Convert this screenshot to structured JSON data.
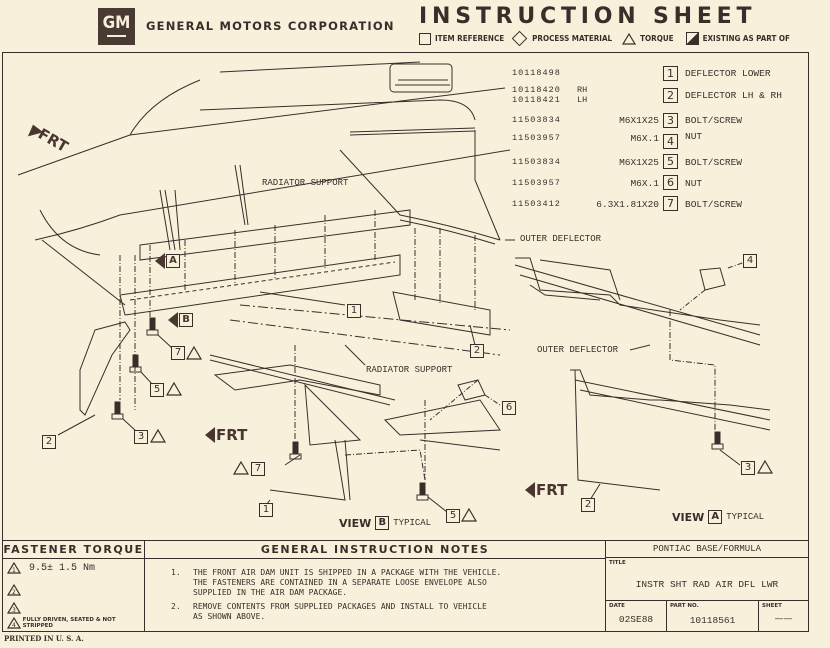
{
  "header": {
    "logo_text": "GM",
    "company": "GENERAL MOTORS CORPORATION",
    "title": "INSTRUCTION SHEET",
    "legend": [
      {
        "icon": "square-icon",
        "label": "ITEM REFERENCE"
      },
      {
        "icon": "diamond-icon",
        "label": "PROCESS MATERIAL"
      },
      {
        "icon": "triangle-icon",
        "label": "TORQUE"
      },
      {
        "icon": "half-filled-square-icon",
        "label": "EXISTING AS PART OF"
      }
    ]
  },
  "parts_list": [
    {
      "part_numbers": [
        "10118498"
      ],
      "sides": [],
      "size": "",
      "item": "1",
      "description": "DEFLECTOR LOWER"
    },
    {
      "part_numbers": [
        "10118420",
        "10118421"
      ],
      "sides": [
        "RH",
        "LH"
      ],
      "size": "",
      "item": "2",
      "description": "DEFLECTOR LH & RH"
    },
    {
      "part_numbers": [
        "11503834"
      ],
      "sides": [],
      "size": "M6X1X25",
      "item": "3",
      "description": "BOLT/SCREW"
    },
    {
      "part_numbers": [
        "11503957"
      ],
      "sides": [],
      "size": "M6X.1",
      "item": "4",
      "description": "NUT"
    },
    {
      "part_numbers": [
        "11503834"
      ],
      "sides": [],
      "size": "M6X1X25",
      "item": "5",
      "description": "BOLT/SCREW"
    },
    {
      "part_numbers": [
        "11503957"
      ],
      "sides": [],
      "size": "M6X.1",
      "item": "6",
      "description": "NUT"
    },
    {
      "part_numbers": [
        "11503412"
      ],
      "sides": [],
      "size": "6.3X1.81X20",
      "item": "7",
      "description": "BOLT/SCREW"
    }
  ],
  "diagram": {
    "labels": {
      "radiator_support_top": "RADIATOR SUPPORT",
      "radiator_support_mid": "RADIATOR SUPPORT",
      "outer_deflector_top": "OUTER DEFLECTOR",
      "outer_deflector_view_a": "OUTER DEFLECTOR",
      "frt": "FRT"
    },
    "view_markers": {
      "a": "A",
      "b": "B"
    },
    "callouts": {
      "main_1": "1",
      "main_2_left": "2",
      "main_2_center": "2",
      "main_3": "3",
      "main_5": "5",
      "main_7": "7",
      "view_b_6": "6",
      "view_b_7": "7",
      "view_b_1": "1",
      "view_b_5": "5",
      "view_a_4": "4",
      "view_a_3": "3",
      "view_a_2": "2",
      "torque_ref": "1"
    },
    "view_b_caption": {
      "prefix": "VIEW",
      "letter": "B",
      "suffix": "TYPICAL"
    },
    "view_a_caption": {
      "prefix": "VIEW",
      "letter": "A",
      "suffix": "TYPICAL"
    }
  },
  "fastener_torque": {
    "heading": "FASTENER TORQUE",
    "rows": [
      {
        "num": "1",
        "value": "9.5± 1.5 Nm"
      },
      {
        "num": "2",
        "value": ""
      },
      {
        "num": "3",
        "value": ""
      },
      {
        "num": "4",
        "value": "FULLY DRIVEN, SEATED & NOT STRIPPED"
      }
    ]
  },
  "general_notes": {
    "heading": "GENERAL INSTRUCTION NOTES",
    "notes": [
      {
        "num": "1.",
        "lines": [
          "THE FRONT AIR DAM UNIT IS SHIPPED IN A PACKAGE WITH THE VEHICLE.",
          "THE FASTENERS ARE CONTAINED IN A SEPARATE LOOSE ENVELOPE ALSO",
          "SUPPLIED IN THE AIR DAM PACKAGE."
        ]
      },
      {
        "num": "2.",
        "lines": [
          "REMOVE CONTENTS FROM SUPPLIED PACKAGES AND INSTALL TO VEHICLE",
          "AS SHOWN ABOVE."
        ]
      }
    ]
  },
  "title_block": {
    "model": "PONTIAC BASE/FORMULA",
    "title_label": "TITLE",
    "title": "INSTR SHT RAD AIR DFL LWR",
    "date_label": "DATE",
    "date": "02SE88",
    "part_no_label": "PART NO.",
    "part_no": "10118561",
    "sheet_label": "SHEET",
    "sheet": "——"
  },
  "footer": {
    "printed": "PRINTED IN U. S. A."
  }
}
